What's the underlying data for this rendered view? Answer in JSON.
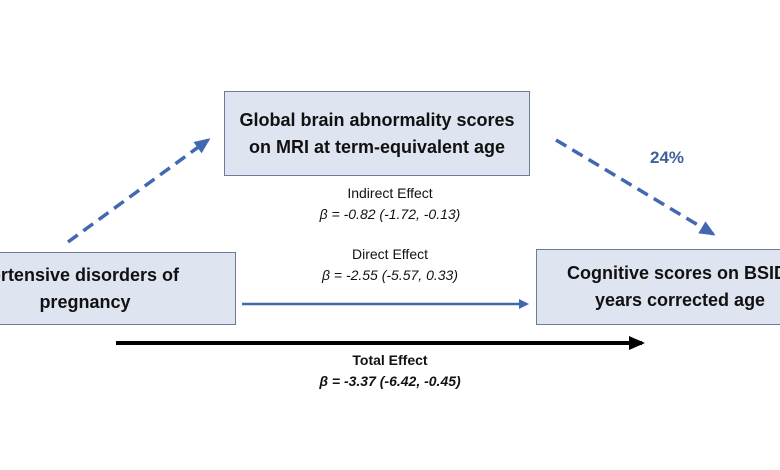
{
  "diagram": {
    "boxes": {
      "mediator": {
        "lines": [
          "Global brain abnormality scores",
          "on MRI at term-equivalent age"
        ]
      },
      "exposure": {
        "lines": [
          "ertensive disorders of",
          "pregnancy"
        ]
      },
      "outcome": {
        "lines": [
          "Cognitive scores on BSID-",
          "years corrected age"
        ]
      }
    },
    "indirect_effect": {
      "title": "Indirect Effect",
      "beta": "β = -0.82 (-1.72, -0.13)"
    },
    "direct_effect": {
      "title": "Direct Effect",
      "beta": "β = -2.55 (-5.57, 0.33)"
    },
    "total_effect": {
      "title": "Total Effect",
      "beta": "β = -3.37 (-6.42, -0.45)"
    },
    "proportion_mediated": "24%",
    "colors": {
      "arrow_blue": "#4168b0",
      "arrow_black": "#000000",
      "box_fill": "#dfe4f1",
      "box_border": "#6d7a99",
      "percent_text": "#3f5f9d"
    }
  }
}
